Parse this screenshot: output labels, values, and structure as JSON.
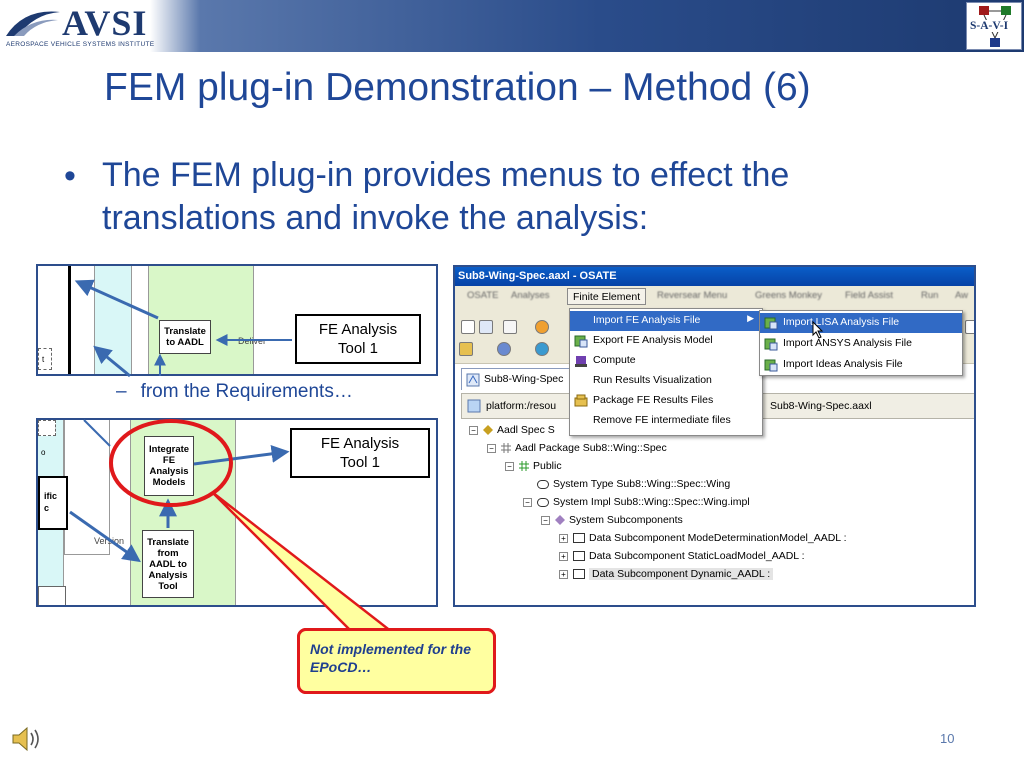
{
  "header": {
    "logo_text": "AVSI",
    "logo_subtitle": "AEROSPACE VEHICLE SYSTEMS INSTITUTE",
    "right_logo_text": "S-A-V-I"
  },
  "slide": {
    "title": "FEM plug-in Demonstration – Method (6)",
    "bullet_char": "•",
    "bullet_text": "The FEM plug-in provides menus to effect the translations and invoke the analysis:",
    "sub_dash": "–",
    "sub_bullet_text": "from the Requirements…",
    "page_number": "10"
  },
  "diagram_top": {
    "translate_box": "Translate to AADL",
    "deliver_label": "Deliver",
    "tool_box": "FE Analysis Tool 1",
    "left_fragment": "t"
  },
  "diagram_bottom": {
    "integrate_box": "Integrate FE Analysis Models",
    "translate_box": "Translate from AADL to Analysis Tool",
    "version_label": "Version",
    "tool_box": "FE Analysis Tool 1",
    "left_fragment_1": "ific",
    "left_fragment_2": "c",
    "left_fragment_3": "o"
  },
  "callout": {
    "text": "Not implemented for the EPoCD…",
    "border_color": "#e0191b",
    "fill_color": "#ffffa0"
  },
  "osate": {
    "window_title": "Sub8-Wing-Spec.aaxl - OSATE",
    "menus": [
      "OSATE",
      "Analyses",
      "Finite Element",
      "Reversear Menu",
      "Greens Monkey",
      "Field Assist",
      "Run",
      "Aw"
    ],
    "active_menu": "Finite Element",
    "tab_label": "Sub8-Wing-Spec",
    "path_text": "platform:/resou",
    "path_text_right": "Sub8-Wing-Spec.aaxl",
    "finite_element_menu": [
      {
        "label": "Import FE Analysis File",
        "icon": "submenu",
        "selected": true
      },
      {
        "label": "Export FE Analysis Model",
        "icon": "export-icon"
      },
      {
        "label": "Compute",
        "icon": "compute-icon"
      },
      {
        "label": "Run Results Visualization",
        "icon": ""
      },
      {
        "label": "Package FE Results Files",
        "icon": "package-icon"
      },
      {
        "label": "Remove FE intermediate files",
        "icon": ""
      }
    ],
    "import_submenu": [
      {
        "label": "Import LISA Analysis File",
        "selected": true
      },
      {
        "label": "Import ANSYS Analysis File"
      },
      {
        "label": "Import Ideas Analysis File"
      }
    ],
    "tree": [
      "Aadl Spec S",
      "Aadl Package Sub8::Wing::Spec",
      "Public",
      "System Type Sub8::Wing::Spec::Wing",
      "System Impl Sub8::Wing::Spec::Wing.impl",
      "System Subcomponents",
      "Data Subcomponent ModeDeterminationModel_AADL :",
      "Data Subcomponent StaticLoadModel_AADL :",
      "Data Subcomponent Dynamic_AADL :"
    ]
  }
}
